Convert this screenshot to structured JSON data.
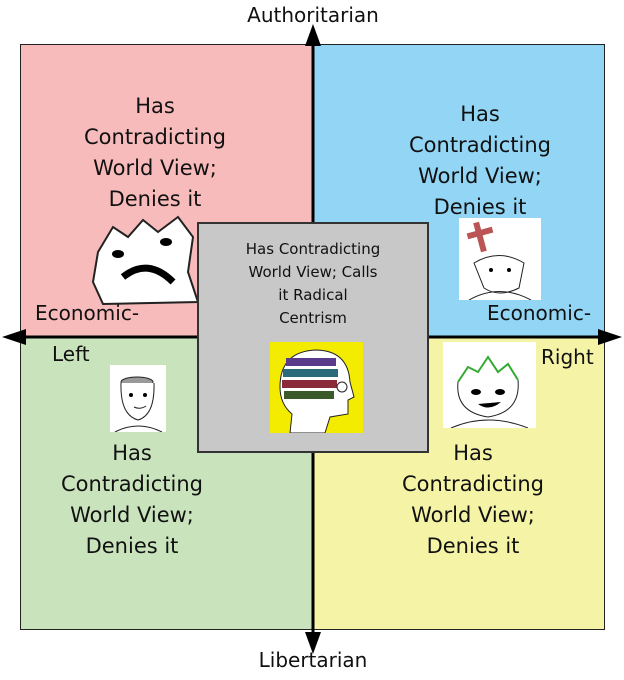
{
  "axes": {
    "top": "Authoritarian",
    "bottom": "Libertarian",
    "left_line1": "Economic-",
    "left_line2": "Left",
    "right_line1": "Economic-",
    "right_line2": "Right"
  },
  "quadrants": {
    "top_left": {
      "lines": [
        "Has",
        "Contradicting",
        "World View;",
        "Denies it"
      ],
      "color": "#f8bbbb"
    },
    "top_right": {
      "lines": [
        "Has",
        "Contradicting",
        "World View;",
        "Denies it"
      ],
      "color": "#92d5f5"
    },
    "bottom_left": {
      "lines": [
        "Has",
        "Contradicting",
        "World View;",
        "Denies it"
      ],
      "color": "#c9e4bd"
    },
    "bottom_right": {
      "lines": [
        "Has",
        "Contradicting",
        "World View;",
        "Denies it"
      ],
      "color": "#f5f4a6"
    }
  },
  "center": {
    "lines": [
      "Has Contradicting",
      "World View; Calls",
      "it Radical",
      "Centrism"
    ],
    "color": "#c8c8c8"
  }
}
